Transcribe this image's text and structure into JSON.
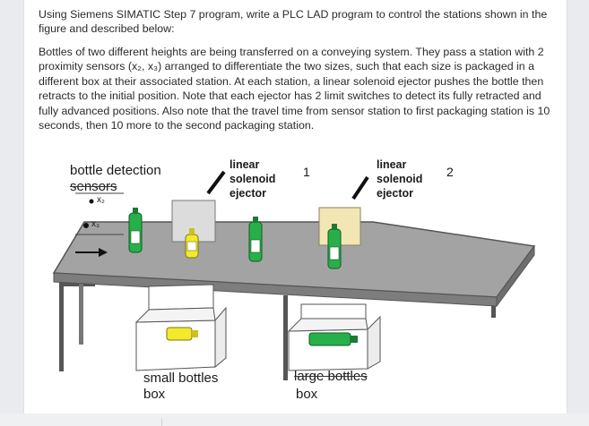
{
  "question": {
    "intro": "Using Siemens SIMATIC Step 7 program, write a PLC LAD program to control the stations shown in the figure and described below:",
    "description": "Bottles of two different heights are being transferred on a conveying system. They pass a station with 2 proximity sensors (x₂, x₃) arranged to differentiate the two sizes, such that each size is packaged in a different box at their associated station. At each station, a linear solenoid ejector pushes the bottle then retracts to the initial position. Note that each ejector has 2 limit switches to detect its fully retracted and fully advanced positions. Also note that the travel time from sensor station to first packaging station is 10 seconds, then 10 more to the second packaging station."
  },
  "figure": {
    "sensor_label_line1": "bottle detection",
    "sensor_label_line2": "sensors",
    "sensor_x2": "x₂",
    "sensor_x3": "x₃",
    "ejector1": {
      "line1": "linear",
      "line2": "solenoid",
      "line3": "ejector",
      "number": "1"
    },
    "ejector2": {
      "line1": "linear",
      "line2": "solenoid",
      "line3": "ejector",
      "number": "2"
    },
    "box1": {
      "line1": "small bottles",
      "line2": "box"
    },
    "box2": {
      "line1": "large bottles",
      "line2": "box"
    },
    "colors": {
      "conveyor": "#9a9a9a",
      "ejector1_plate": "#dcdcdc",
      "ejector2_plate": "#f3e6b5",
      "small_bottle": "#f2ea2a",
      "large_bottle": "#27b04a"
    }
  }
}
